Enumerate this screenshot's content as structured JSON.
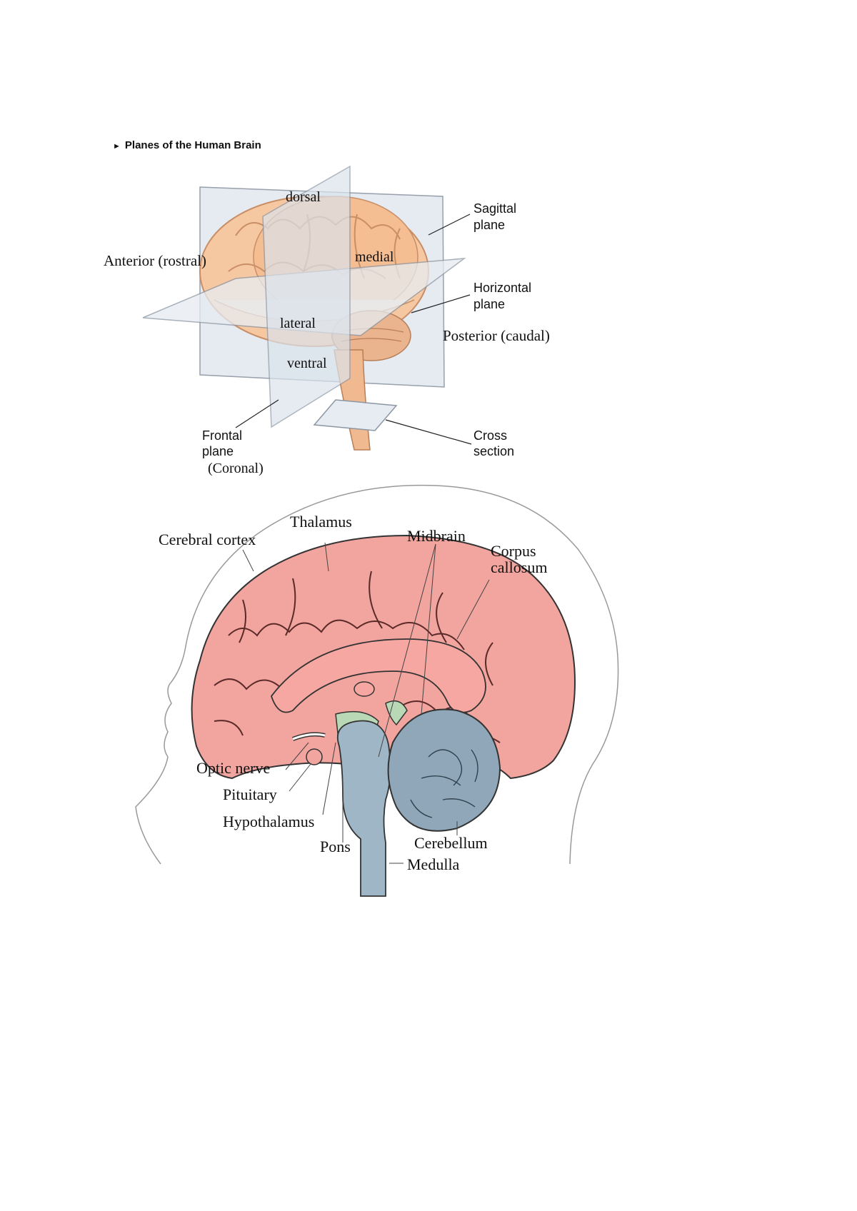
{
  "figure1": {
    "title": "Planes of the Human Brain",
    "labels": {
      "dorsal": "dorsal",
      "medial": "medial",
      "lateral": "lateral",
      "ventral": "ventral",
      "anterior": "Anterior (rostral)",
      "posterior": "Posterior (caudal)",
      "sagittal": [
        "Sagittal",
        "plane"
      ],
      "horizontal": [
        "Horizontal",
        "plane"
      ],
      "frontal": [
        "Frontal",
        "plane",
        "(Coronal)"
      ],
      "cross": [
        "Cross",
        "section"
      ]
    }
  },
  "figure2": {
    "labels": {
      "thalamus": "Thalamus",
      "cerebral_cortex": "Cerebral cortex",
      "midbrain": "Midbrain",
      "corpus_callosum": [
        "Corpus",
        "callosum"
      ],
      "optic_nerve": "Optic nerve",
      "pituitary": "Pituitary",
      "hypothalamus": "Hypothalamus",
      "pons": "Pons",
      "cerebellum": "Cerebellum",
      "medulla": "Medulla"
    }
  },
  "colors": {
    "cortex": "#f2a49f",
    "brainstem": "#9fb6c6",
    "cerebellum": "#8fa7b8",
    "midbrain_green": "#b9d8b6",
    "brain_tan": "#f4c39c",
    "plane": "#dfe6ee"
  }
}
